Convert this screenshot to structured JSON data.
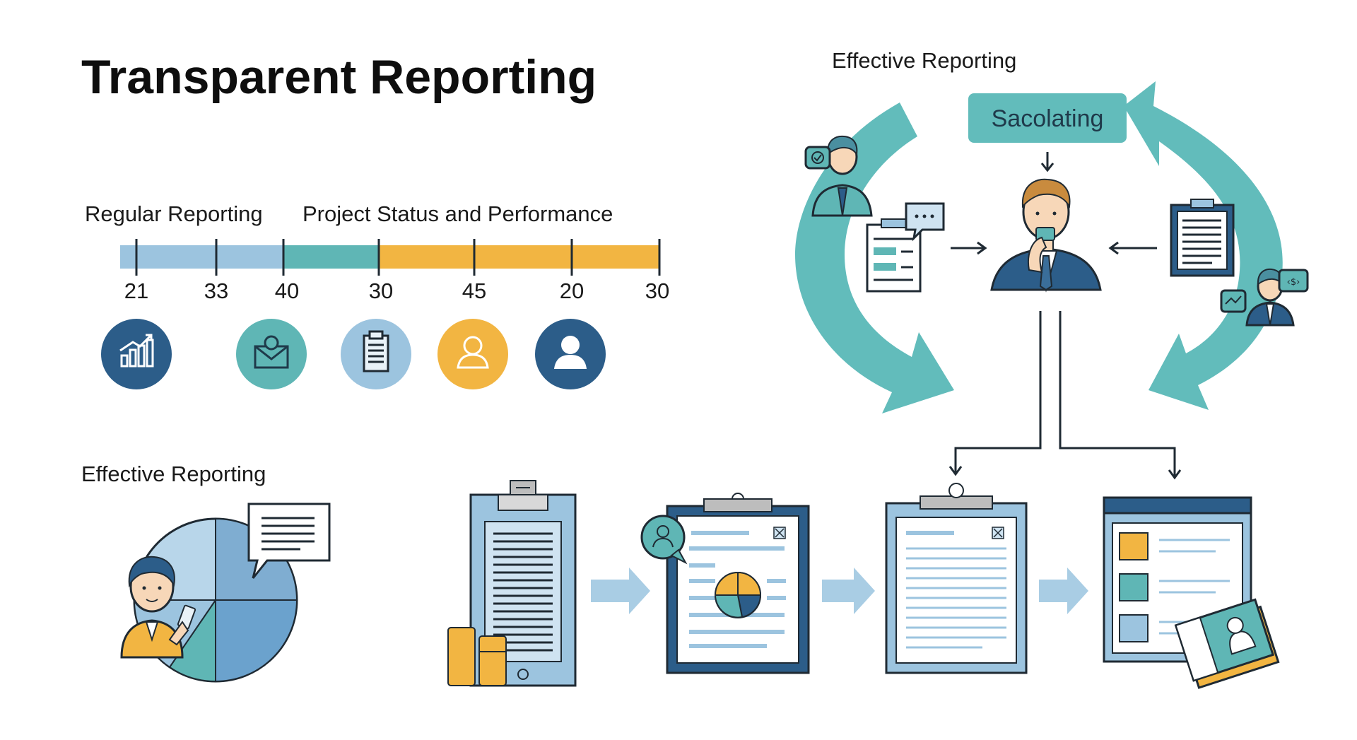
{
  "title": "Transparent Reporting",
  "timeline": {
    "left_label": "Regular Reporting",
    "right_label": "Project Status and Performance",
    "colors": {
      "light_blue": "#9cc4df",
      "teal": "#5fb6b5",
      "orange": "#f2b542",
      "navy": "#2c5d89"
    },
    "ticks": [
      "21",
      "33",
      "40",
      "30",
      "45",
      "20",
      "30"
    ]
  },
  "icons": [
    {
      "name": "growth-chart-icon",
      "color": "#2c5d89"
    },
    {
      "name": "mail-person-icon",
      "color": "#5fb6b5"
    },
    {
      "name": "clipboard-icon",
      "color": "#9cc4df"
    },
    {
      "name": "user-icon",
      "color": "#f2b542"
    },
    {
      "name": "user-icon",
      "color": "#2c5d89"
    }
  ],
  "cycle": {
    "title": "Effective Reporting",
    "badge": "Sacolating",
    "accent": "#62bcbb"
  },
  "workflow": {
    "title": "Effective Reporting",
    "arrow_color": "#a9cde4"
  }
}
